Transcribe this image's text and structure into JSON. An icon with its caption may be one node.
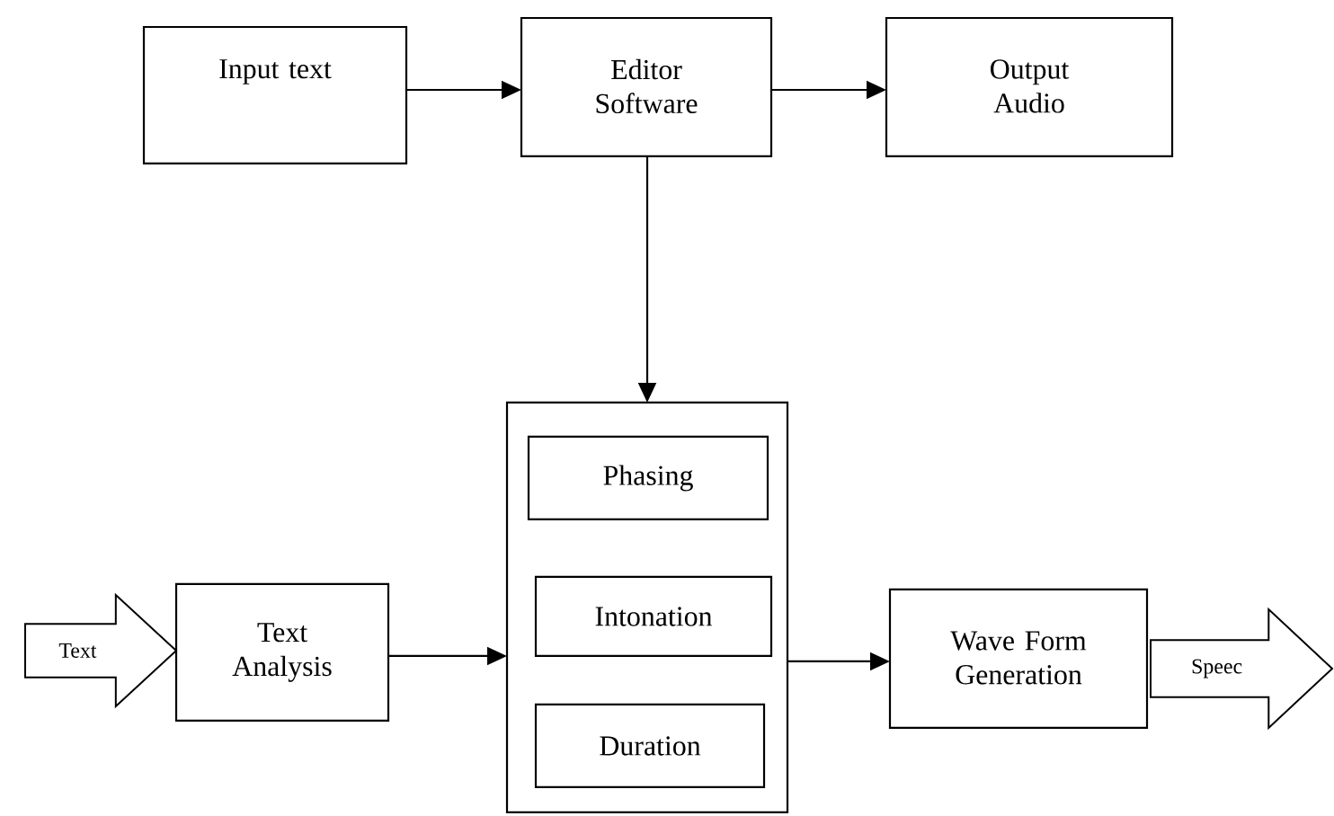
{
  "diagram": {
    "nodes": [
      {
        "text": [
          "Input text"
        ]
      },
      {
        "text": [
          "Editor Software"
        ]
      },
      {
        "text": [
          "Output Audio"
        ]
      },
      {
        "text": [],
        "shape": "box"
      },
      {
        "text": [
          "Phasing"
        ],
        "in": 3
      },
      {
        "text": [
          "Intonation"
        ],
        "in": 3
      },
      {
        "text": [
          "Duration"
        ],
        "in": 3
      },
      {
        "text": [
          "Text"
        ]
      },
      {
        "text": [
          "Text Analysis"
        ]
      },
      {
        "text": [
          "Wave Form Generation"
        ]
      },
      {
        "text": [
          "Speec"
        ]
      }
    ],
    "edges": [
      {
        "from": 0,
        "to": 1,
        "arrow": "to"
      },
      {
        "from": 1,
        "to": 2,
        "arrow": "to"
      },
      {
        "from": 1,
        "to": 3,
        "arrow": "to"
      },
      {
        "from": 8,
        "to": 3,
        "arrow": "to"
      },
      {
        "from": 3,
        "to": 9,
        "arrow": "to"
      }
    ]
  }
}
